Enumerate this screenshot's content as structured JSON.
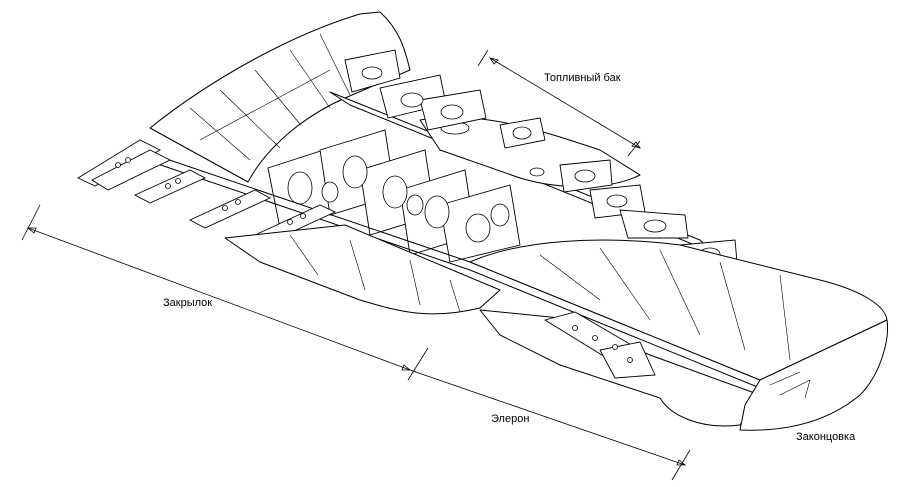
{
  "labels": {
    "fuel_tank": "Топливный бак",
    "flap": "Закрылок",
    "aileron": "Элерон",
    "wingtip": "Законцовка"
  },
  "colors": {
    "line": "#000000",
    "background": "#ffffff"
  }
}
